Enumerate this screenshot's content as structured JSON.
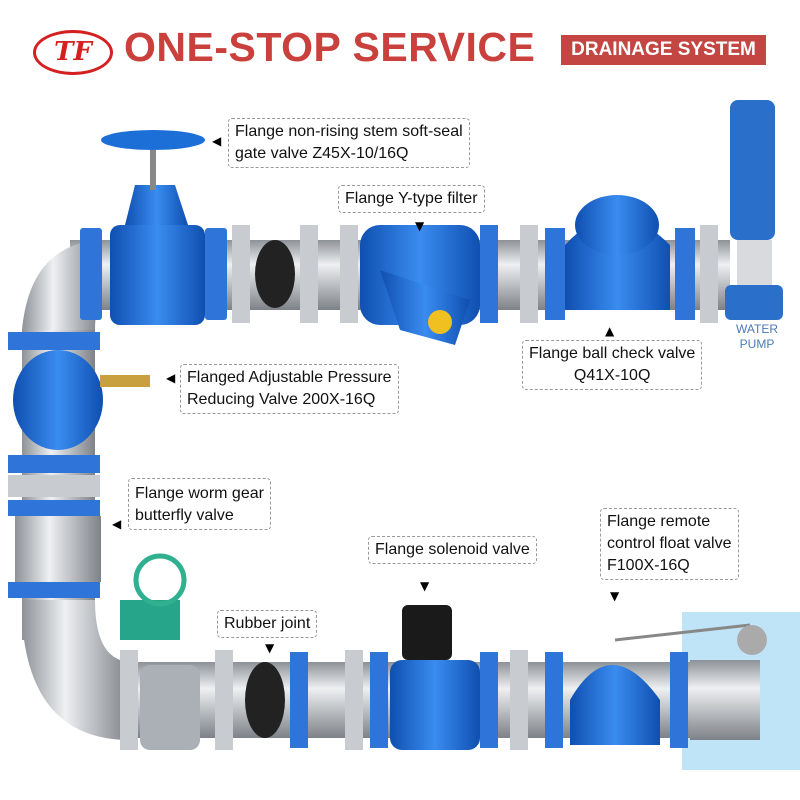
{
  "header": {
    "logo_text": "TF",
    "title": "ONE-STOP SERVICE",
    "badge": "DRAINAGE SYSTEM"
  },
  "labels": {
    "gate_valve": [
      "Flange non-rising stem soft-seal",
      "gate valve Z45X-10/16Q"
    ],
    "y_filter": "Flange Y-type filter",
    "ball_check": [
      "Flange ball check valve",
      "Q41X-10Q"
    ],
    "pressure_reducing": [
      "Flanged Adjustable Pressure",
      "Reducing Valve 200X-16Q"
    ],
    "butterfly": [
      "Flange worm gear",
      "butterfly valve"
    ],
    "solenoid": "Flange solenoid valve",
    "float_valve": [
      "Flange remote",
      "control float valve",
      "F100X-16Q"
    ],
    "rubber_joint": "Rubber joint",
    "pump": [
      "WATER",
      "PUMP"
    ]
  },
  "colors": {
    "brand_red": "#c9403d",
    "valve_blue": "#1f6fd6",
    "pipe_gray": "#b8bcc2",
    "water": "#bfe3f7"
  }
}
